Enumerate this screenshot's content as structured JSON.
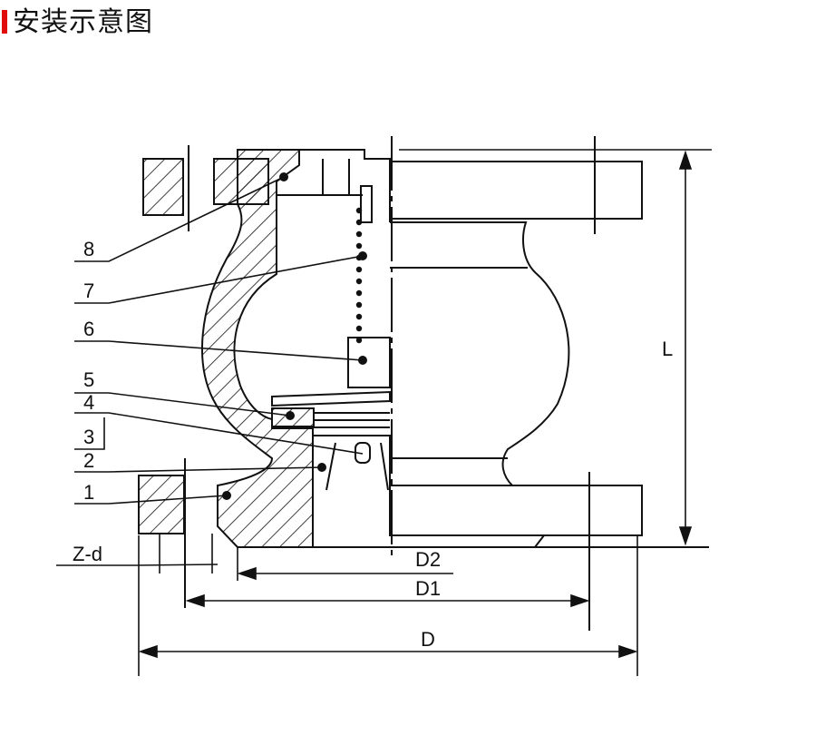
{
  "header": {
    "title": "安装示意图",
    "accent_color": "#e10b0b"
  },
  "diagram": {
    "part_labels": [
      "8",
      "7",
      "6",
      "5",
      "4",
      "3",
      "2",
      "1"
    ],
    "bolt_label": "Z-d",
    "dimensions": {
      "d2": "D2",
      "d1": "D1",
      "d": "D",
      "l": "L"
    },
    "line_color": "#111111"
  }
}
